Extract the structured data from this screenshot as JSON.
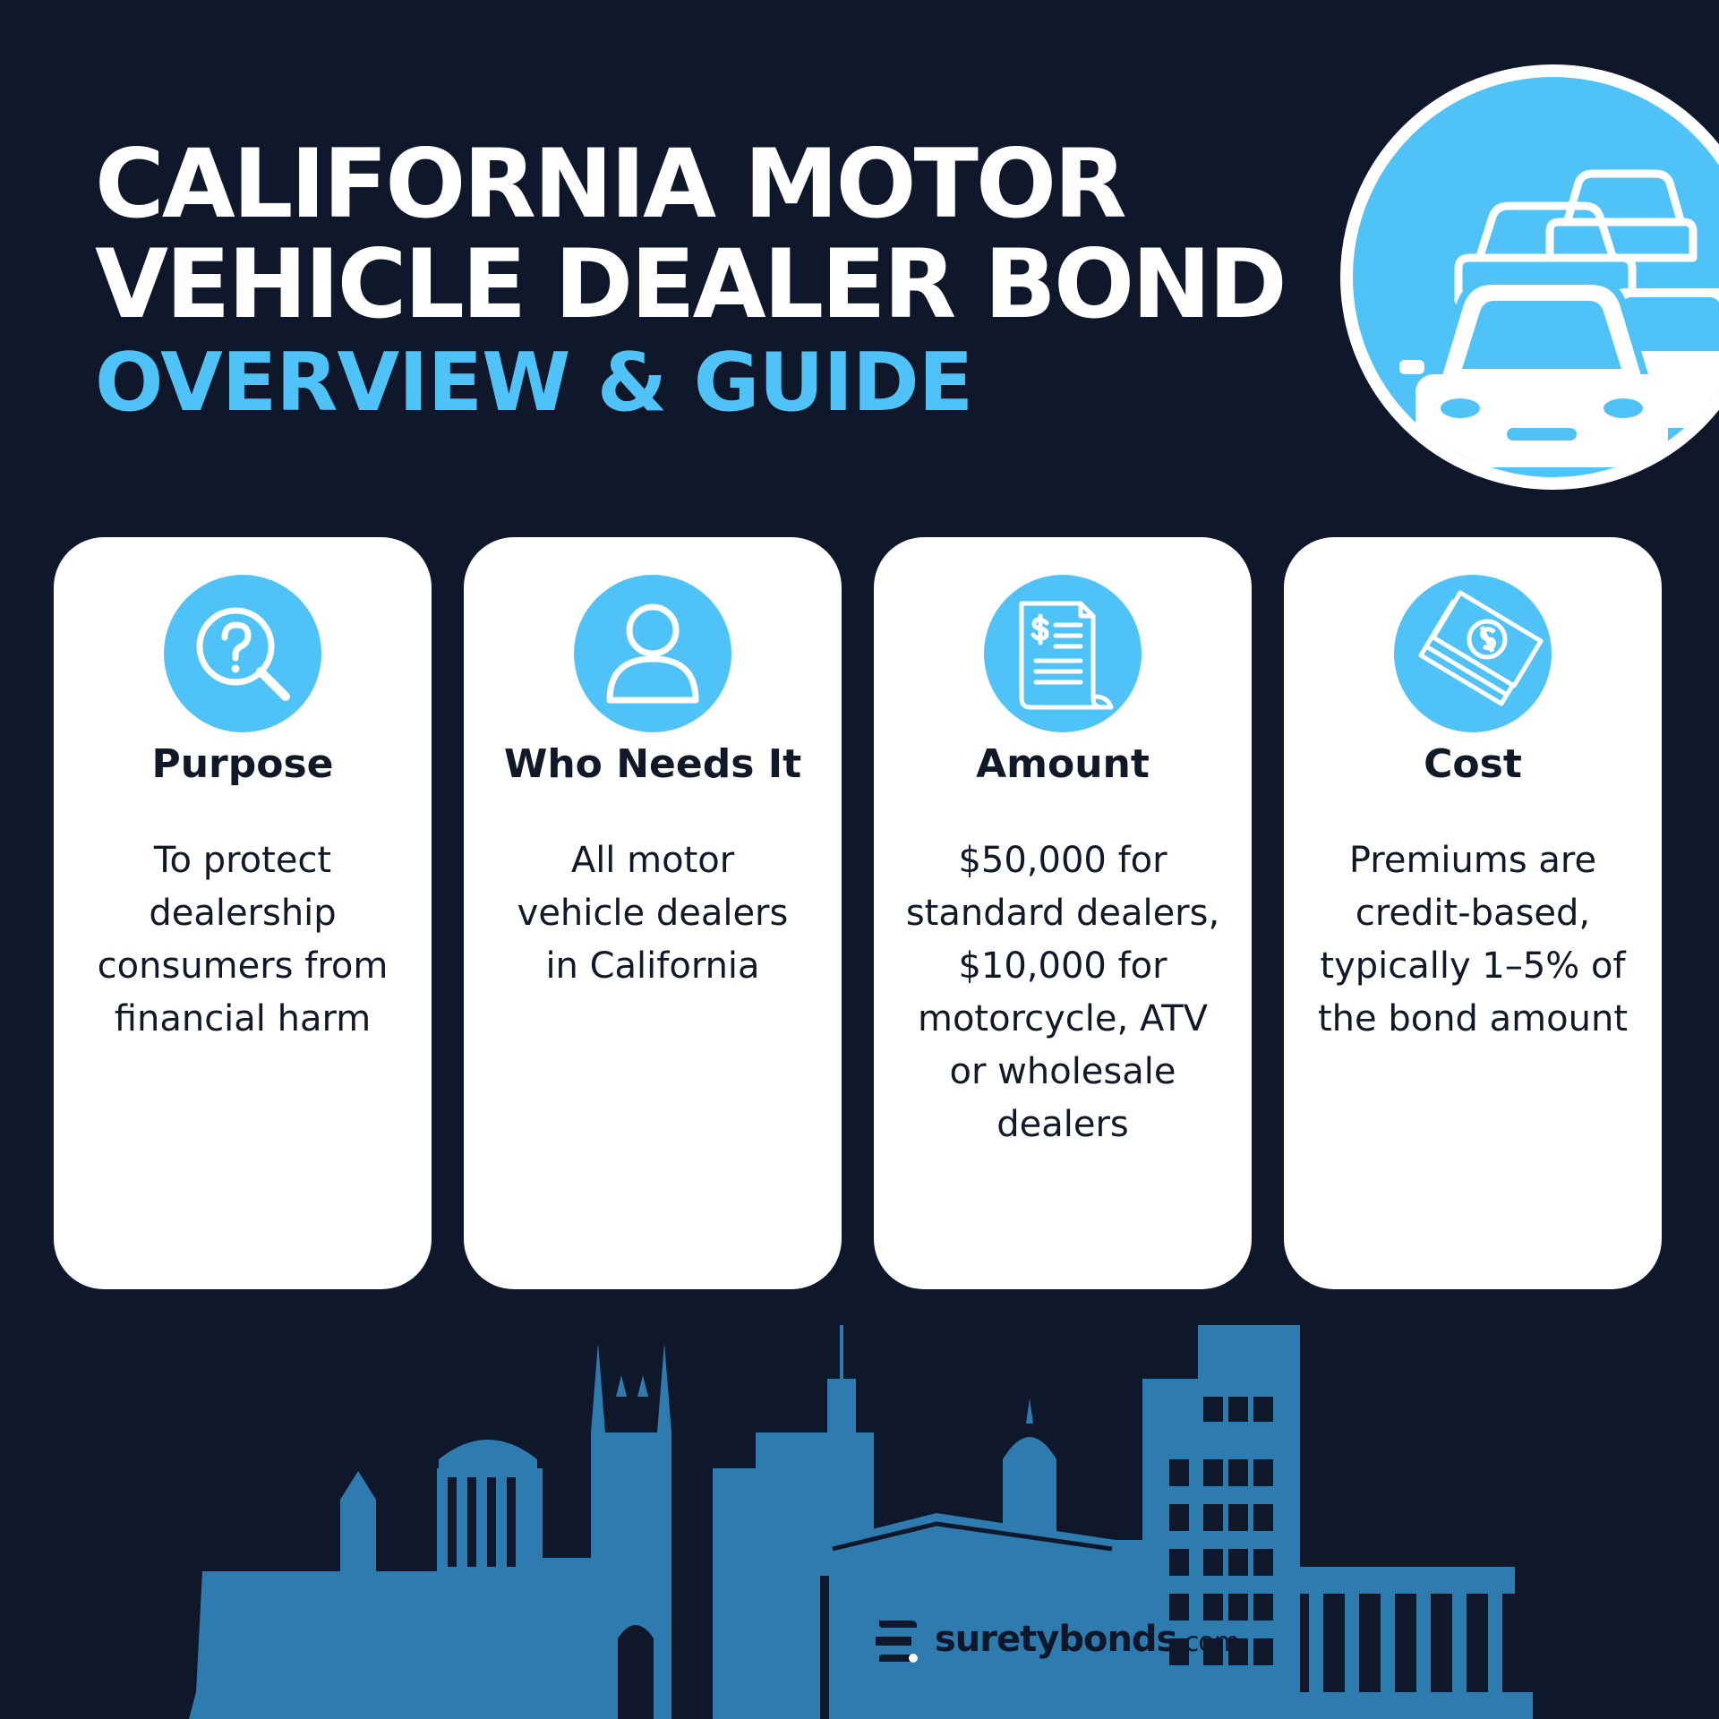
{
  "header": {
    "title_line1": "CALIFORNIA MOTOR",
    "title_line2": "VEHICLE DEALER BOND",
    "subtitle": "OVERVIEW & GUIDE"
  },
  "hero_icon": "cars-traffic-icon",
  "cards": [
    {
      "icon": "question-magnifier-icon",
      "title": "Purpose",
      "lines": [
        "To protect",
        "dealership",
        "consumers from",
        "financial harm"
      ]
    },
    {
      "icon": "person-icon",
      "title": "Who Needs It",
      "lines": [
        "All motor",
        "vehicle dealers",
        "in California"
      ]
    },
    {
      "icon": "receipt-icon",
      "title": "Amount",
      "lines": [
        "$50,000 for",
        "standard dealers,",
        "$10,000 for",
        "motorcycle, ATV",
        "or wholesale",
        "dealers"
      ]
    },
    {
      "icon": "cash-icon",
      "title": "Cost",
      "lines": [
        "Premiums are",
        "credit-based,",
        "typically 1–5% of",
        "the bond amount"
      ]
    }
  ],
  "logo": {
    "name": "suretybonds",
    "tld": ".com"
  },
  "colors": {
    "background": "#0f172a",
    "accent": "#4fc3f7",
    "skyline": "#2e7bb0",
    "card": "#ffffff"
  }
}
